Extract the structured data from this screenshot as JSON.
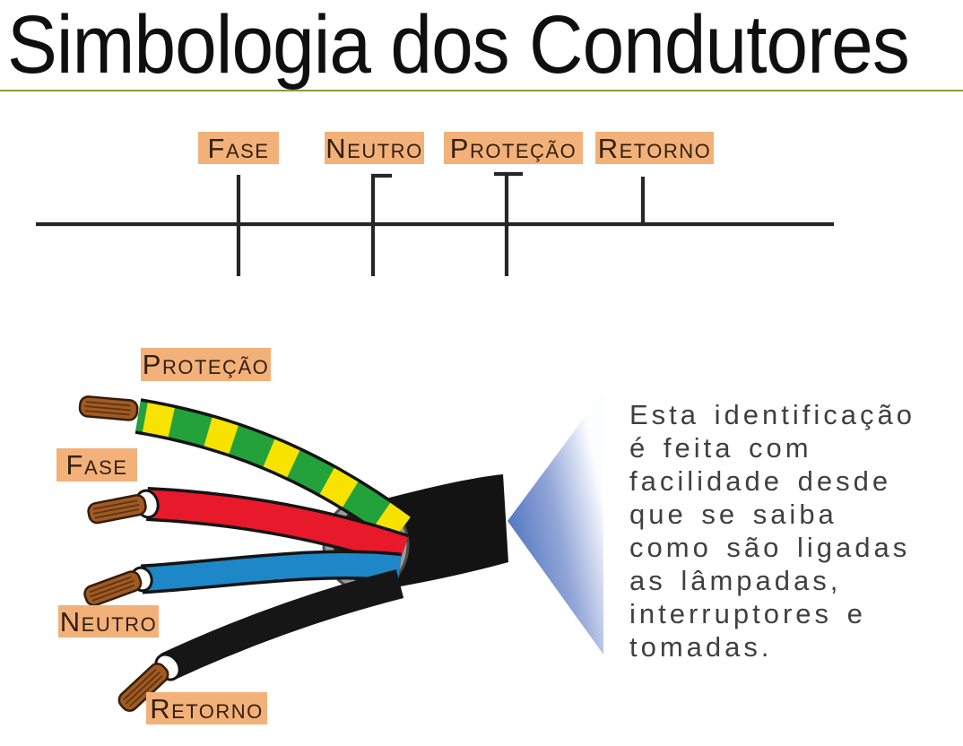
{
  "title": "Simbologia dos Condutores",
  "legend": {
    "items": [
      {
        "label": "Fase"
      },
      {
        "label": "Neutro"
      },
      {
        "label": "Proteção"
      },
      {
        "label": "Retorno"
      }
    ]
  },
  "cable": {
    "labels": [
      {
        "label": "Proteção"
      },
      {
        "label": "Fase"
      },
      {
        "label": "Neutro"
      },
      {
        "label": "Retorno"
      }
    ]
  },
  "note": {
    "lines": [
      "Esta identificação",
      "é feita com",
      "facilidade desde",
      "que se saiba",
      "como são ligadas",
      "as lâmpadas,",
      "interruptores e",
      "tomadas."
    ]
  },
  "colors": {
    "accent_rule": "#8e9c3c",
    "label_bg": "#f3b17a",
    "label_text": "#33200f",
    "line": "#262626",
    "wire_outline": "#141414",
    "protecao_green": "#23a13b",
    "protecao_yellow": "#f8e300",
    "fase_red": "#e8192b",
    "neutro_blue": "#1e87c8",
    "retorno_black": "#161616",
    "sheath_black": "#131313",
    "ring_gray": "#9b9b9b",
    "ring_edge": "#4b4b4b",
    "ring_hole": "#252525",
    "copper": "#a05a24",
    "copper_streak": "#5f3410",
    "copper_edge": "#351d08",
    "beam_blue": "#5478c2",
    "note_text": "#404040"
  }
}
